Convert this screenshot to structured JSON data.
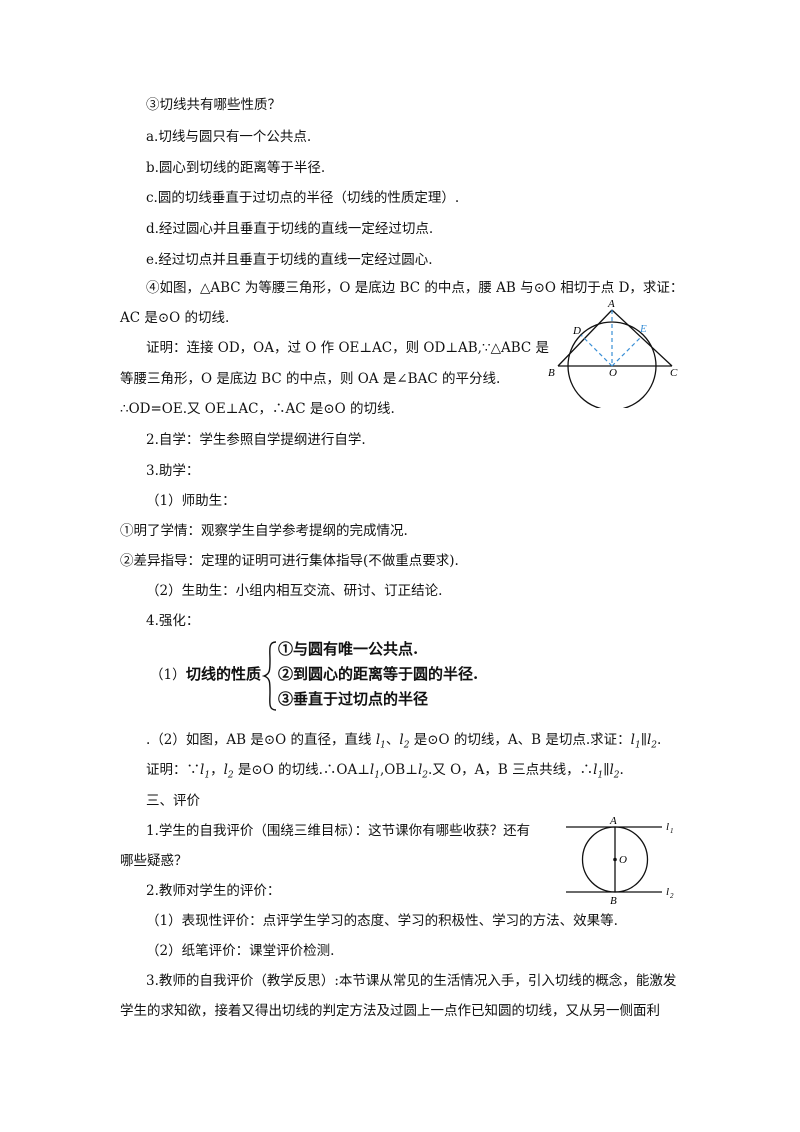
{
  "section_properties": {
    "heading": "③切线共有哪些性质？",
    "a": "a.切线与圆只有一个公共点.",
    "b": "b.圆心到切线的距离等于半径.",
    "c": "c.圆的切线垂直于过切点的半径（切线的性质定理）.",
    "d": "d.经过圆心并且垂直于切线的直线一定经过切点.",
    "e": "e.经过切点并且垂直于切线的直线一定经过圆心."
  },
  "problem4": {
    "line1": "④如图，△ABC 为等腰三角形，O 是底边 BC 的中点，腰 AB 与⊙O 相切于点 D，求证：",
    "line2": "AC 是⊙O 的切线.",
    "proof1": "证明：连接 OD，OA，过 O 作 OE⊥AC，则 OD⊥AB,∵△ABC 是",
    "proof2": "等腰三角形，O 是底边 BC 的中点，则 OA 是∠BAC 的平分线.",
    "proof3": "∴OD=OE.又 OE⊥AC，∴AC 是⊙O 的切线."
  },
  "figure1": {
    "labels": {
      "A": "A",
      "D": "D",
      "E": "E",
      "B": "B",
      "O": "O",
      "C": "C"
    },
    "dashed_color": "#3a8fd6"
  },
  "steps": {
    "s2": "2.自学：学生参照自学提纲进行自学.",
    "s3": "3.助学：",
    "s3_1": "（1）师助生：",
    "s3_1a": "①明了学情：观察学生自学参考提纲的完成情况.",
    "s3_1b": "②差异指导：定理的证明可进行集体指导(不做重点要求).",
    "s3_2": "（2）生助生：小组内相互交流、研讨、订正结论.",
    "s4": "4.强化："
  },
  "summary": {
    "prefix": "（1）",
    "title": "切线的性质",
    "items": [
      "①与圆有唯一公共点.",
      "②到圆心的距离等于圆的半径.",
      "③垂直于过切点的半径"
    ]
  },
  "problem2": {
    "q_a": ".（2）如图，AB 是⊙O 的直径，直线 ",
    "l1": "l",
    "sub1": "1",
    "q_b": "、",
    "l2": "l",
    "sub2": "2",
    "q_c": " 是⊙O 的切线，A、B 是切点.求证：",
    "q_d": "∥",
    "q_e": ".",
    "proof_a": "证明：∵",
    "proof_b": "，",
    "proof_c": " 是⊙O 的切线.∴OA⊥",
    "proof_d": ",OB⊥",
    "proof_e": ".又 O，A，B 三点共线，∴",
    "proof_f": "∥",
    "proof_g": "."
  },
  "evaluation": {
    "heading": "三、评价",
    "e1a": "1.学生的自我评价（围绕三维目标）：这节课你有哪些收获？还有",
    "e1b": "哪些疑惑？",
    "e2": "2.教师对学生的评价：",
    "e2_1": "（1）表现性评价：点评学生学习的态度、学习的积极性、学习的方法、效果等.",
    "e2_2": "（2）纸笔评价：课堂评价检测.",
    "e3a": "3.教师的自我评价（教学反思）:本节课从常见的生活情况入手，引入切线的概念，能激发",
    "e3b": "学生的求知欲，接着又得出切线的判定方法及过圆上一点作已知圆的切线，又从另一侧面利"
  },
  "figure2": {
    "labels": {
      "A": "A",
      "O": "O",
      "B": "B",
      "l1": "l",
      "l1_sub": "1",
      "l2": "l",
      "l2_sub": "2"
    }
  }
}
